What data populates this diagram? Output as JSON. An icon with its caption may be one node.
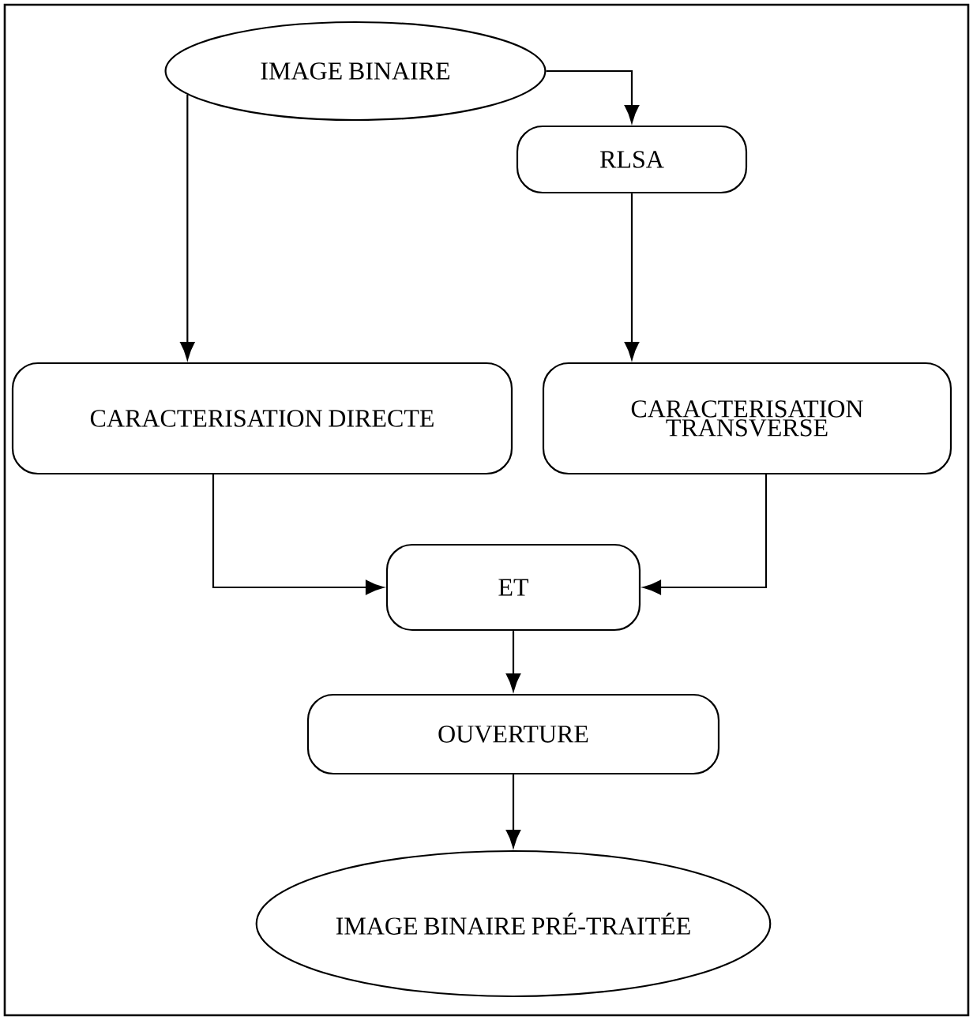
{
  "diagram": {
    "nodes": [
      {
        "text": [
          "IMAGE BINAIRE"
        ]
      },
      {
        "text": [
          "RLSA"
        ]
      },
      {
        "text": [
          "CARACTERISATION DIRECTE"
        ]
      },
      {
        "text": [
          "CARACTERISATION TRANSVERSE"
        ]
      },
      {
        "text": [
          "ET"
        ]
      },
      {
        "text": [
          "OUVERTURE"
        ]
      },
      {
        "text": [
          "IMAGE BINAIRE PRÉ-TRAITÉE"
        ]
      }
    ],
    "edges": [
      {
        "from": 0,
        "to": 1,
        "arrow": "to"
      },
      {
        "from": 0,
        "to": 2,
        "arrow": "to"
      },
      {
        "from": 1,
        "to": 3,
        "arrow": "to"
      },
      {
        "from": 2,
        "to": 4,
        "arrow": "to"
      },
      {
        "from": 3,
        "to": 4,
        "arrow": "to"
      },
      {
        "from": 4,
        "to": 5,
        "arrow": "to"
      },
      {
        "from": 5,
        "to": 6,
        "arrow": "to"
      }
    ]
  }
}
